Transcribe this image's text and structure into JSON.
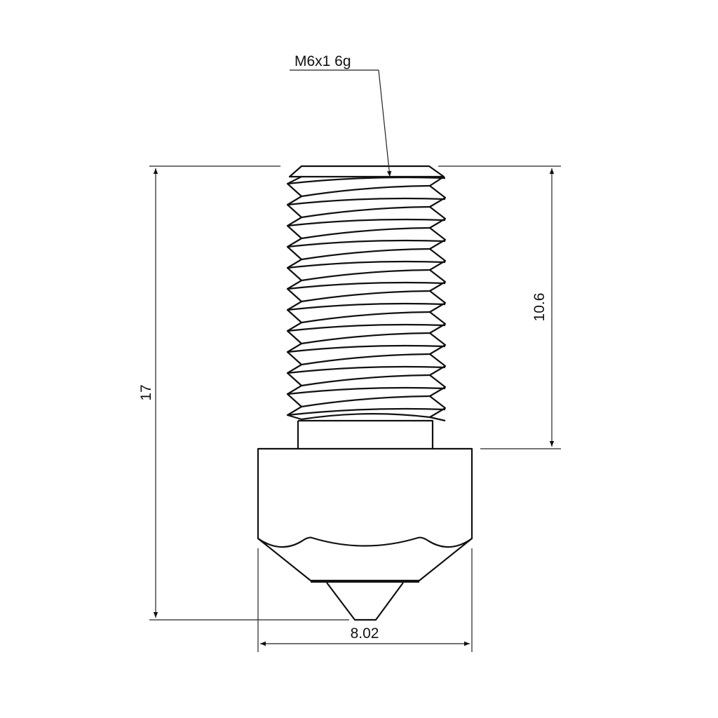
{
  "drawing": {
    "thread_callout": "M6x1 6g",
    "dimensions": {
      "overall_length": "17",
      "thread_length": "10.6",
      "hex_width": "8.02"
    },
    "line_color": "#111111",
    "background": "#ffffff"
  }
}
